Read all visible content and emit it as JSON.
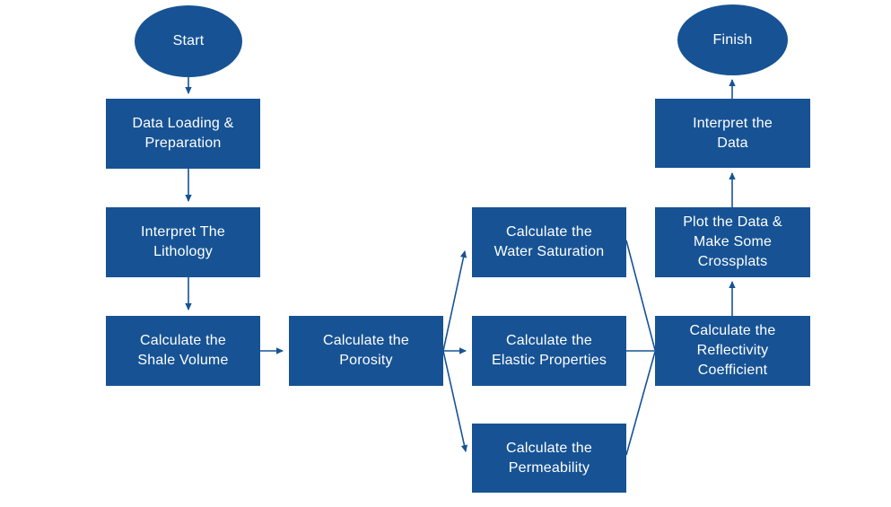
{
  "colors": {
    "background": "#ffffff",
    "node_fill": "#175394",
    "node_text": "#ffffff",
    "connector": "#175394"
  },
  "nodes": {
    "start": {
      "label": "Start"
    },
    "data_loading": {
      "label": "Data Loading &\nPreparation"
    },
    "interpret_lithology": {
      "label": "Interpret The\nLithology"
    },
    "shale_volume": {
      "label": "Calculate the\nShale Volume"
    },
    "porosity": {
      "label": "Calculate the\nPorosity"
    },
    "water_saturation": {
      "label": "Calculate the\nWater Saturation"
    },
    "elastic_properties": {
      "label": "Calculate the\nElastic Properties"
    },
    "permeability": {
      "label": "Calculate the\nPermeability"
    },
    "reflectivity": {
      "label": "Calculate the\nReflectivity\nCoefficient"
    },
    "plot_crossplots": {
      "label": "Plot the Data &\nMake Some\nCrossplats"
    },
    "interpret_data": {
      "label": "Interpret the\nData"
    },
    "finish": {
      "label": "Finish"
    }
  }
}
